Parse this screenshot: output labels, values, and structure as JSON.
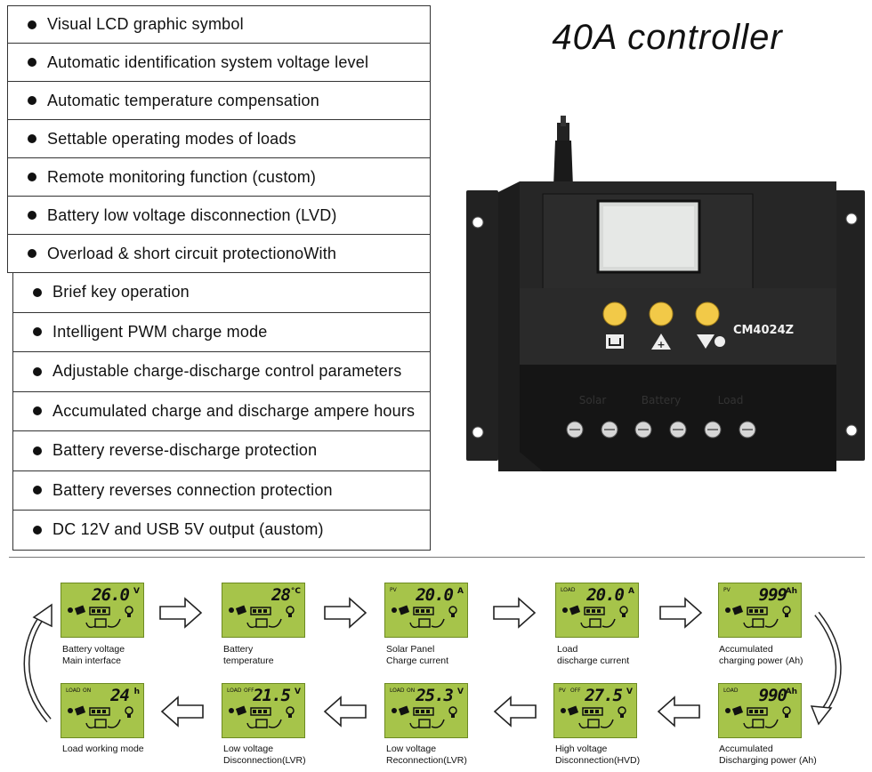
{
  "title": "40A controller",
  "features": [
    "Visual LCD graphic symbol",
    "Automatic identification system voltage level",
    "Automatic temperature compensation",
    "Settable operating modes of loads",
    "Remote monitoring function (custom)",
    "Battery low voltage disconnection (LVD)",
    "Overload & short circuit protectionoWith",
    "Brief key operation",
    "Intelligent PWM charge mode",
    "Adjustable charge-discharge control parameters",
    "Accumulated charge and discharge ampere hours",
    "Battery reverse-discharge protection",
    "Battery reverses connection protection",
    "DC 12V and USB 5V output (austom)"
  ],
  "device": {
    "model": "CM4024Z",
    "terminal_labels": [
      "Solar",
      "Battery",
      "Load"
    ],
    "body_color": "#1c1c1c",
    "button_color": "#f2c948"
  },
  "screens": [
    {
      "tag": "",
      "tag2": "",
      "value": "26.0",
      "unit": "V",
      "caption1": "Battery voltage",
      "caption2": "Main interface"
    },
    {
      "tag": "",
      "tag2": "",
      "value": "28",
      "unit": "°C",
      "caption1": "Battery",
      "caption2": "temperature"
    },
    {
      "tag": "PV",
      "tag2": "",
      "value": "20.0",
      "unit": "A",
      "caption1": "Solar Panel",
      "caption2": "Charge current"
    },
    {
      "tag": "LOAD",
      "tag2": "",
      "value": "20.0",
      "unit": "A",
      "caption1": "Load",
      "caption2": "discharge current"
    },
    {
      "tag": "PV",
      "tag2": "",
      "value": "999",
      "unit": "Ah",
      "caption1": "Accumulated",
      "caption2": "charging power (Ah)"
    },
    {
      "tag": "LOAD",
      "tag2": "",
      "value": "990",
      "unit": "Ah",
      "caption1": "Accumulated",
      "caption2": "Discharging power (Ah)"
    },
    {
      "tag": "PV",
      "tag2": "OFF",
      "value": "27.5",
      "unit": "V",
      "caption1": "High voltage",
      "caption2": "Disconnection(HVD)"
    },
    {
      "tag": "LOAD",
      "tag2": "ON",
      "value": "25.3",
      "unit": "V",
      "caption1": "Low voltage",
      "caption2": "Reconnection(LVR)"
    },
    {
      "tag": "LOAD",
      "tag2": "OFF",
      "value": "21.5",
      "unit": "V",
      "caption1": "Low voltage",
      "caption2": "Disconnection(LVR)"
    },
    {
      "tag": "LOAD",
      "tag2": "ON",
      "value": "24",
      "unit": "h",
      "caption1": "Load working mode",
      "caption2": ""
    }
  ],
  "colors": {
    "lcd": "#a6c44a",
    "accent": "#f2c948"
  }
}
